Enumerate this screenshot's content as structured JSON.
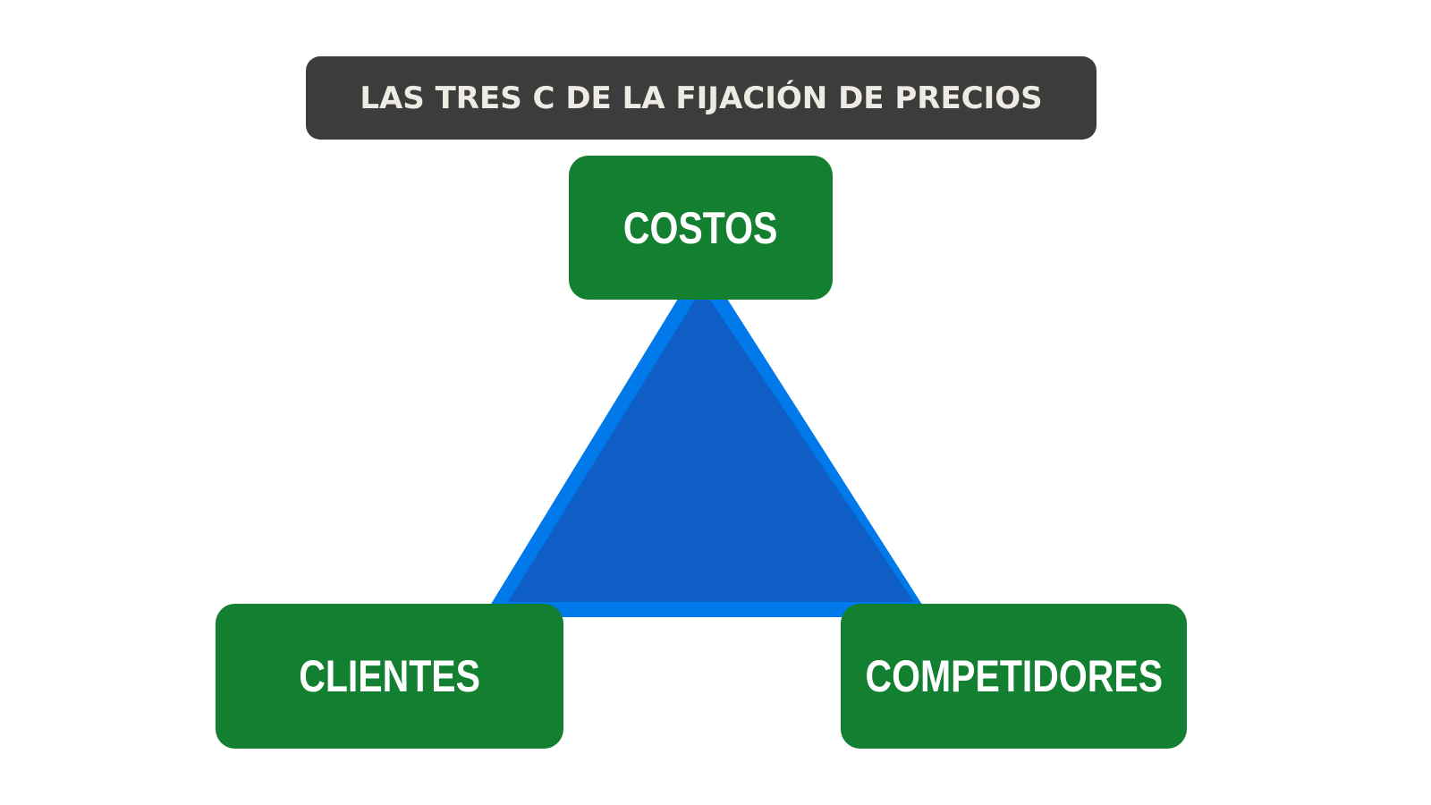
{
  "title": "LAS TRES C DE LA FIJACIÓN DE PRECIOS",
  "nodes": {
    "top": "COSTOS",
    "bottom_left": "CLIENTES",
    "bottom_right": "COMPETIDORES"
  },
  "colors": {
    "title_bg": "#3c3c3c",
    "title_text": "#eeebe4",
    "node_bg": "#128030",
    "triangle_outer": "#0079ea",
    "triangle_inner": "#0e5ec5"
  }
}
